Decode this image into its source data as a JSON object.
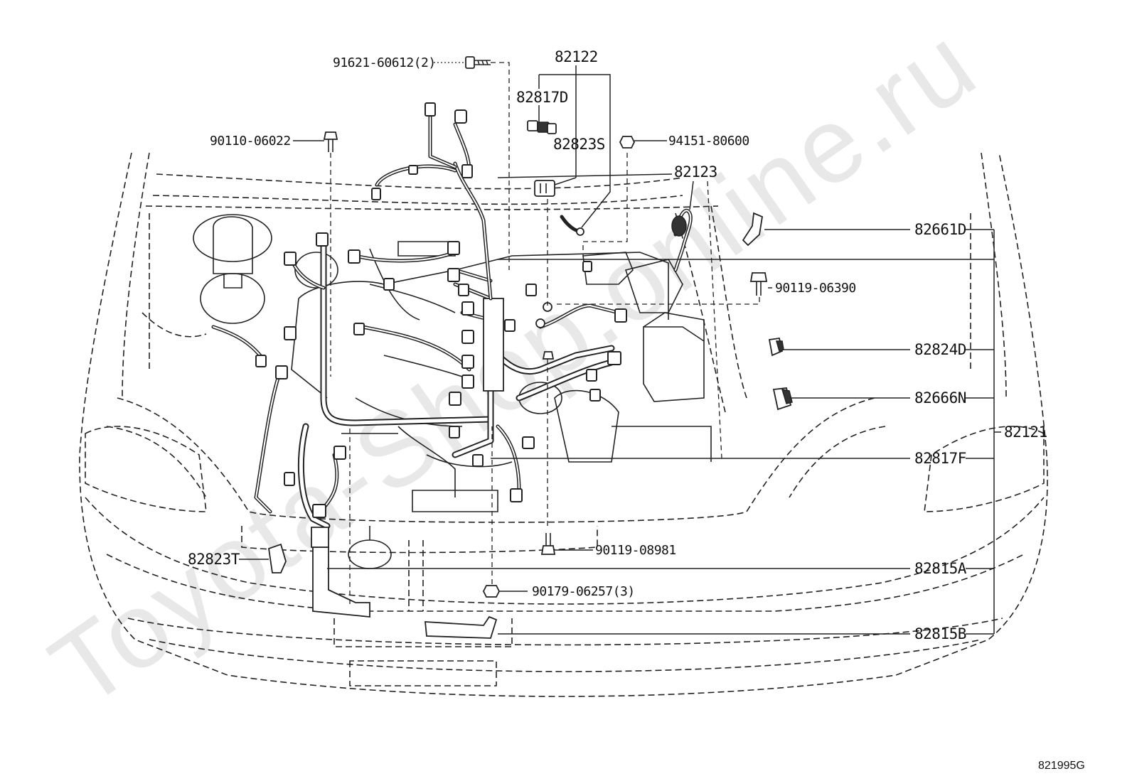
{
  "watermark": "Toyota-Shop.online.ru",
  "figure_number": "821995G",
  "labels": {
    "bolt_91621": "91621-60612(2)",
    "harness_82122": "82122",
    "conn_82817D": "82817D",
    "conn_82823S": "82823S",
    "bolt_90110": "90110-06022",
    "nut_94151": "94151-80600",
    "harness_82123": "82123",
    "conn_82661D": "82661D",
    "bolt_90119_06390": "90119-06390",
    "conn_82824D": "82824D",
    "conn_82666N": "82666N",
    "harness_82121": "82121",
    "conn_82817F": "82817F",
    "conn_82823T": "82823T",
    "bolt_90119_08981": "90119-08981",
    "bracket_82815A": "82815A",
    "nut_90179": "90179-06257(3)",
    "bracket_82815B": "82815B"
  }
}
